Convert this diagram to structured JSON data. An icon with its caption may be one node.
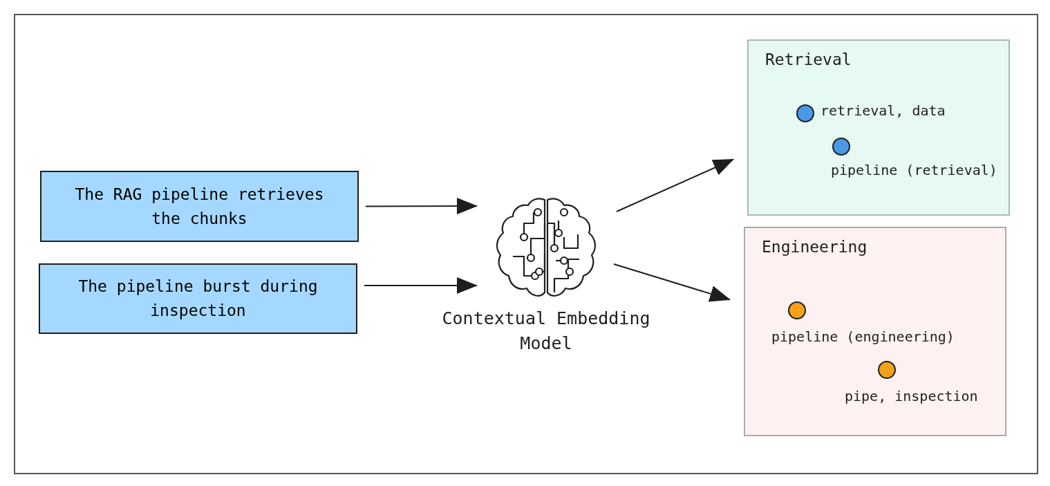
{
  "diagram": {
    "nodes": [
      {
        "text": [
          "The RAG pipeline retrieves the chunks"
        ]
      },
      {
        "text": [
          "The pipeline burst during inspection"
        ]
      },
      {
        "text": [],
        "shape": "picture",
        "beside": [
          "Contextual Embedding Model"
        ]
      },
      {
        "text": [
          "Retrieval"
        ]
      },
      {
        "text": [
          "retrieval, data"
        ],
        "in": 3
      },
      {
        "text": [
          "pipeline (retrieval)"
        ],
        "in": 3
      },
      {
        "text": [
          "Engineering"
        ]
      },
      {
        "text": [
          "pipeline (engineering)"
        ],
        "in": 6
      },
      {
        "text": [
          "pipe, inspection"
        ],
        "in": 6
      }
    ],
    "edges": [
      {
        "from": 0,
        "to": 2,
        "arrow": "to"
      },
      {
        "from": 1,
        "to": 2,
        "arrow": "to"
      },
      {
        "from": 2,
        "to": 3,
        "arrow": "to"
      },
      {
        "from": 2,
        "to": 6,
        "arrow": "to"
      }
    ]
  }
}
